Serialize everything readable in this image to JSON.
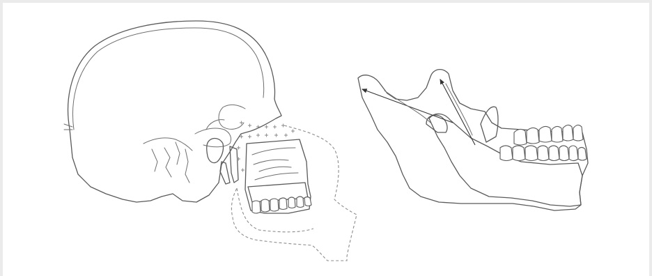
{
  "figure": {
    "panels": [
      {
        "id": "skull-lateral",
        "kind": "lateral-skull-with-displaced-maxilla",
        "description_text": ""
      },
      {
        "id": "mandible-lateral",
        "kind": "lateral-mandible-with-muscle-pull-arrows",
        "description_text": ""
      }
    ],
    "colors": {
      "background": "#ebebeb",
      "panel": "#ffffff",
      "line": "#5a5a5a",
      "shade_light": "#f3f3f3",
      "shade_dark": "#bfbfbf",
      "dash": "#8c8c8c",
      "arrow": "#333333"
    }
  }
}
